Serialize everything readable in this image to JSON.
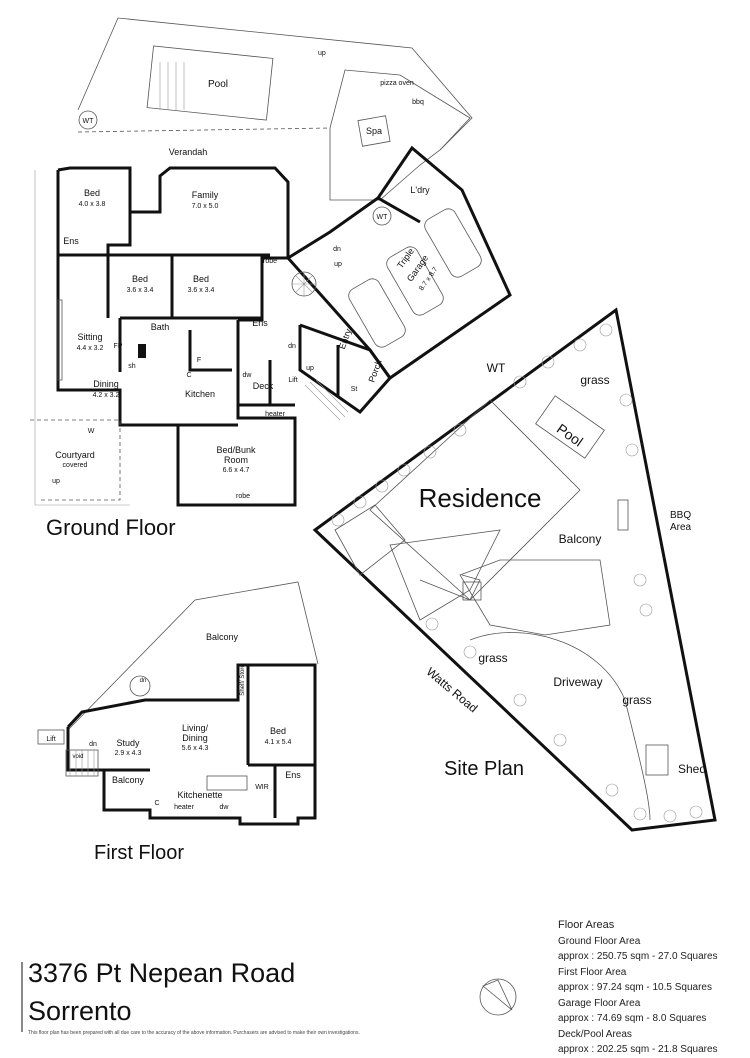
{
  "address": {
    "line1": "3376 Pt Nepean Road",
    "line2": "Sorrento"
  },
  "disclaimer": "This floor plan has been prepared with all due care to the accuracy of the above information. Purchasers are advised to make their own investigations.",
  "section_titles": {
    "ground": "Ground Floor",
    "first": "First Floor",
    "site": "Site Plan"
  },
  "floor_areas": {
    "title": "Floor Areas",
    "items": [
      {
        "name": "Ground Floor Area",
        "value": "approx : 250.75 sqm - 27.0 Squares"
      },
      {
        "name": "First Floor Area",
        "value": "approx : 97.24 sqm - 10.5 Squares"
      },
      {
        "name": "Garage Floor Area",
        "value": "approx : 74.69 sqm - 8.0 Squares"
      },
      {
        "name": "Deck/Pool Areas",
        "value": "approx : 202.25 sqm - 21.8 Squares"
      }
    ]
  },
  "ground_floor": {
    "pool": "Pool",
    "verandah": "Verandah",
    "spa": "Spa",
    "pizza_oven": "pizza oven",
    "bbq": "bbq",
    "wt": "WT",
    "up": "up",
    "dn": "dn",
    "bed1": {
      "name": "Bed",
      "dim": "4.0 x 3.8"
    },
    "family": {
      "name": "Family",
      "dim": "7.0 x 5.0"
    },
    "bed2": {
      "name": "Bed",
      "dim": "3.6 x 3.4"
    },
    "bed3": {
      "name": "Bed",
      "dim": "3.6 x 3.4"
    },
    "ens": "Ens",
    "robe": "robe",
    "bath": "Bath",
    "sitting": {
      "name": "Sitting",
      "dim": "4.4 x 3.2"
    },
    "fp": "FP",
    "sh": "sh",
    "c": "C",
    "f": "F",
    "w": "W",
    "dining": {
      "name": "Dining",
      "dim": "4.2 x 3.2"
    },
    "kitchen": "Kitchen",
    "dw": "dw",
    "deck": "Deck",
    "lift": "Lift",
    "heater": "heater",
    "courtyard": {
      "name": "Courtyard",
      "sub": "covered"
    },
    "bunk": {
      "name": "Bed/Bunk",
      "name2": "Room",
      "dim": "6.6 x 4.7"
    },
    "laundry": "L'dry",
    "garage": {
      "name": "Triple",
      "name2": "Garage",
      "dim": "8.7 x 8.7"
    },
    "entry": "Entry",
    "porch": "Porch",
    "st": "St"
  },
  "first_floor": {
    "balcony": "Balcony",
    "bed": {
      "name": "Bed",
      "dim": "4.1 x 5.4"
    },
    "shelf": "Shelf/ Store",
    "living": {
      "name": "Living/",
      "name2": "Dining",
      "dim": "5.6 x 4.3"
    },
    "study": {
      "name": "Study",
      "dim": "2.9 x 4.3"
    },
    "lift": "Lift",
    "void": "void",
    "dn": "dn",
    "small_balcony": "Balcony",
    "kitchenette": "Kitchenette",
    "c": "C",
    "heater": "heater",
    "dw": "dw",
    "wir": "WIR",
    "ens": "Ens"
  },
  "site_plan": {
    "residence": "Residence",
    "pool": "Pool",
    "wt": "WT",
    "grass1": "grass",
    "grass2": "grass",
    "grass3": "grass",
    "bbq_area1": "BBQ",
    "bbq_area2": "Area",
    "balcony": "Balcony",
    "driveway": "Driveway",
    "road": "Watts Road",
    "shed": "Shed"
  }
}
